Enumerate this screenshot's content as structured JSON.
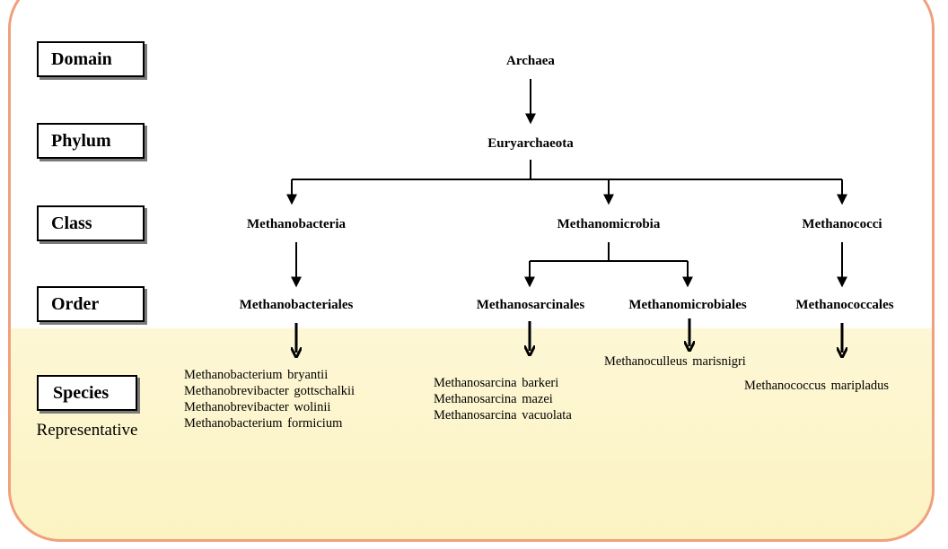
{
  "ranks": {
    "domain": "Domain",
    "phylum": "Phylum",
    "class": "Class",
    "order": "Order",
    "species": "Species",
    "species_sub": "Representative"
  },
  "taxa": {
    "domain": "Archaea",
    "phylum": "Euryarchaeota",
    "classes": [
      "Methanobacteria",
      "Methanomicrobia",
      "Methanococci"
    ],
    "orders": [
      "Methanobacteriales",
      "Methanosarcinales",
      "Methanomicrobiales",
      "Methanococcales"
    ]
  },
  "species_groups": [
    [
      "Methanobacterium bryantii",
      "Methanobrevibacter gottschalkii",
      "Methanobrevibacter wolinii",
      "Methanobacterium formicium"
    ],
    [
      "Methanosarcina barkeri",
      "Methanosarcina mazei",
      "Methanosarcina vacuolata"
    ],
    [
      "Methanoculleus marisnigri"
    ],
    [
      "Methanococcus maripladus"
    ]
  ],
  "colors": {
    "border": "#f0a07c",
    "lower_fill": "#fcf3c2"
  }
}
